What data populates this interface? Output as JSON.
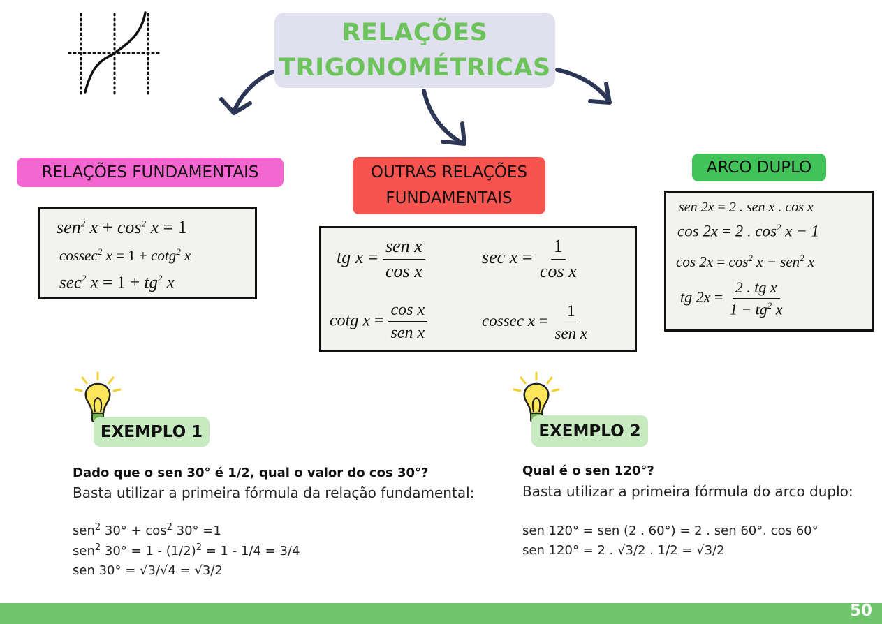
{
  "title": {
    "line1": "RELAÇÕES",
    "line2": "TRIGONOMÉTRICAS"
  },
  "colors": {
    "title_green": "#6cc25b",
    "pink": "#f466d0",
    "red": "#f7534f",
    "green": "#41c35a",
    "badge": "#c7eac0",
    "footer": "#6ec36b"
  },
  "icons": {
    "graph": "tangent-graph-icon",
    "bulb": "light-bulb-icon",
    "arrow": "curved-arrow-icon"
  },
  "sections": {
    "fundamentais": {
      "label": "RELAÇÕES FUNDAMENTAIS"
    },
    "outras": {
      "label_line1": "OUTRAS RELAÇÕES",
      "label_line2": "FUNDAMENTAIS"
    },
    "arco": {
      "label": "ARCO DUPLO"
    }
  },
  "formulas": {
    "f1": {
      "sen": "sen",
      "cos": "cos",
      "x": "x",
      "plus": "+",
      "eq": "=",
      "one": "1",
      "exp": "2"
    },
    "f2": {
      "cossec": "cossec",
      "cotg": "cotg",
      "x": "x",
      "eq": "=",
      "one": "1",
      "plus": "+",
      "exp": "2"
    },
    "f3": {
      "sec": "sec",
      "tg": "tg",
      "x": "x",
      "eq": "=",
      "one": "1",
      "plus": "+",
      "exp": "2"
    },
    "tg": {
      "lhs": "tg x",
      "eq": "=",
      "num": "sen x",
      "den": "cos x"
    },
    "sec": {
      "lhs": "sec x",
      "eq": "=",
      "num": "1",
      "den": "cos x"
    },
    "cotg": {
      "lhs": "cotg x",
      "eq": "=",
      "num": "cos x",
      "den": "sen x"
    },
    "cossec": {
      "lhs": "cossec x",
      "eq": "=",
      "num": "1",
      "den": "sen x"
    },
    "a1": {
      "lhs": "sen 2x",
      "eq": "=",
      "rhs": "2 . sen x . cos x"
    },
    "a2": {
      "lhs": "cos 2x",
      "eq": "=",
      "rhs_a": "2 . cos",
      "exp": "2",
      "rhs_b": "x − 1"
    },
    "a3": {
      "lhs": "cos 2x",
      "eq": "=",
      "cos": "cos",
      "exp": "2",
      "mid": "x − sen",
      "end": "x"
    },
    "a4": {
      "lhs": "tg 2x",
      "eq": "=",
      "num": "2 . tg x",
      "den_a": "1 − tg",
      "exp": "2",
      "den_b": "x"
    }
  },
  "examples": {
    "ex1": {
      "badge": "EXEMPLO 1",
      "question": "Dado que o sen 30° é 1/2, qual o valor do cos 30°?",
      "intro": "Basta utilizar a primeira fórmula da relação fundamental:",
      "l1": {
        "a": "sen",
        "exp": "2",
        "b": "30° + cos",
        "c": "30° =1"
      },
      "l2": {
        "a": "sen",
        "exp": "2",
        "b": "30° = 1 - (1/2)",
        "c": "= 1 - 1/4 = 3/4"
      },
      "l3": "sen 30° = √3/√4 = √3/2"
    },
    "ex2": {
      "badge": "EXEMPLO 2",
      "question": "Qual é o sen 120°?",
      "intro": "Basta utilizar a primeira fórmula do arco duplo:",
      "l1": "sen 120° = sen (2 . 60°) = 2 . sen 60°. cos 60°",
      "l2": "sen 120° = 2 . √3/2 . 1/2 = √3/2"
    }
  },
  "page_number": "50"
}
